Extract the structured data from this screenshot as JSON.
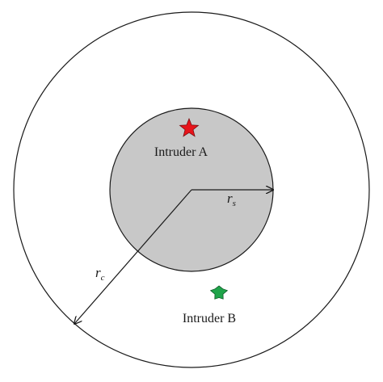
{
  "labels": {
    "intruder_a": "Intruder A",
    "intruder_b": "Intruder B",
    "radius_sensing_var": "r",
    "radius_sensing_sub": "s",
    "radius_comm_var": "r",
    "radius_comm_sub": "c"
  },
  "colors": {
    "background": "#ffffff",
    "outline": "#1a1a1a",
    "sensing_fill": "#c8c8c8",
    "intruder_a": "#e8141b",
    "intruder_b": "#1fa44a"
  },
  "icons": {
    "intruder_a": "five-point-star",
    "intruder_b": "six-point-star"
  }
}
